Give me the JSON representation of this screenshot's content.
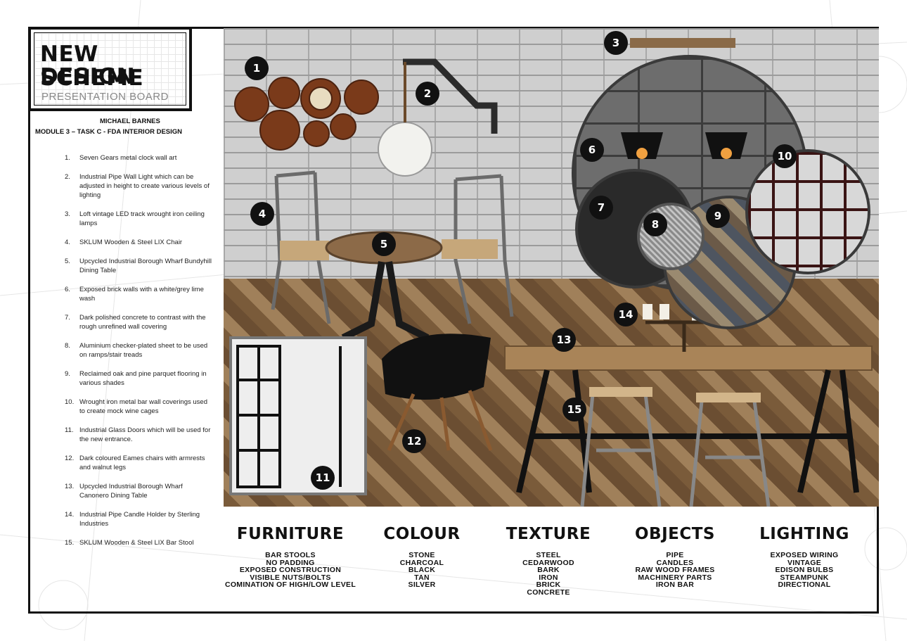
{
  "board": {
    "title_line1": "NEW DESIGN",
    "title_line2": "SCHEME",
    "subtitle": "PRESENTATION BOARD",
    "author": "MICHAEL BARNES",
    "module": "MODULE 3 – TASK C - FDA INTERIOR DESIGN"
  },
  "items": [
    {
      "num": "1.",
      "text": "Seven Gears metal clock wall art"
    },
    {
      "num": "2.",
      "text": "Industrial Pipe Wall Light which can be adjusted in height to create various levels of lighting"
    },
    {
      "num": "3.",
      "text": "Loft vintage LED track wrought iron ceiling lamps"
    },
    {
      "num": "4.",
      "text": "SKLUM Wooden & Steel LIX Chair"
    },
    {
      "num": "5.",
      "text": "Upcycled Industrial Borough Wharf Bundyhill Dining Table"
    },
    {
      "num": "6.",
      "text": "Exposed brick walls with a white/grey lime wash"
    },
    {
      "num": "7.",
      "text": "Dark polished concrete to contrast with the rough unrefined wall covering"
    },
    {
      "num": "8.",
      "text": "Aluminium checker-plated sheet to be used on ramps/stair treads"
    },
    {
      "num": "9.",
      "text": "Reclaimed oak and pine parquet flooring in various shades"
    },
    {
      "num": "10.",
      "text": "Wrought iron metal bar wall coverings used to create mock wine cages"
    },
    {
      "num": "11.",
      "text": "Industrial Glass Doors which will be used for the new entrance."
    },
    {
      "num": "12.",
      "text": "Dark coloured Eames chairs with armrests and walnut legs"
    },
    {
      "num": "13.",
      "text": "Upcycled Industrial Borough Wharf Canonero Dining Table"
    },
    {
      "num": "14.",
      "text": "Industrial Pipe Candle Holder by Sterling Industries"
    },
    {
      "num": "15.",
      "text": "SKLUM Wooden & Steel LIX Bar Stool"
    }
  ],
  "badges": [
    "1",
    "2",
    "3",
    "4",
    "5",
    "6",
    "7",
    "8",
    "9",
    "10",
    "11",
    "12",
    "13",
    "14",
    "15"
  ],
  "categories": [
    {
      "title": "FURNITURE",
      "lines": [
        "BAR STOOLS",
        "NO PADDING",
        "EXPOSED CONSTRUCTION",
        "VISIBLE NUTS/BOLTS",
        "COMINATION OF HIGH/LOW LEVEL"
      ]
    },
    {
      "title": "COLOUR",
      "lines": [
        "STONE",
        "CHARCOAL",
        "BLACK",
        "TAN",
        "SILVER"
      ]
    },
    {
      "title": "TEXTURE",
      "lines": [
        "STEEL",
        "CEDARWOOD",
        "BARK",
        "IRON",
        "BRICK",
        "CONCRETE"
      ]
    },
    {
      "title": "OBJECTS",
      "lines": [
        "PIPE",
        "CANDLES",
        "RAW WOOD FRAMES",
        "MACHINERY PARTS",
        "IRON BAR"
      ]
    },
    {
      "title": "LIGHTING",
      "lines": [
        "EXPOSED WIRING",
        "VINTAGE",
        "EDISON BULBS",
        "STEAMPUNK",
        "DIRECTIONAL"
      ]
    }
  ],
  "colors": {
    "ink": "#111111",
    "wall": "#cfcfcf",
    "wood": "#8a6a45",
    "iron": "#3a3a3a"
  }
}
